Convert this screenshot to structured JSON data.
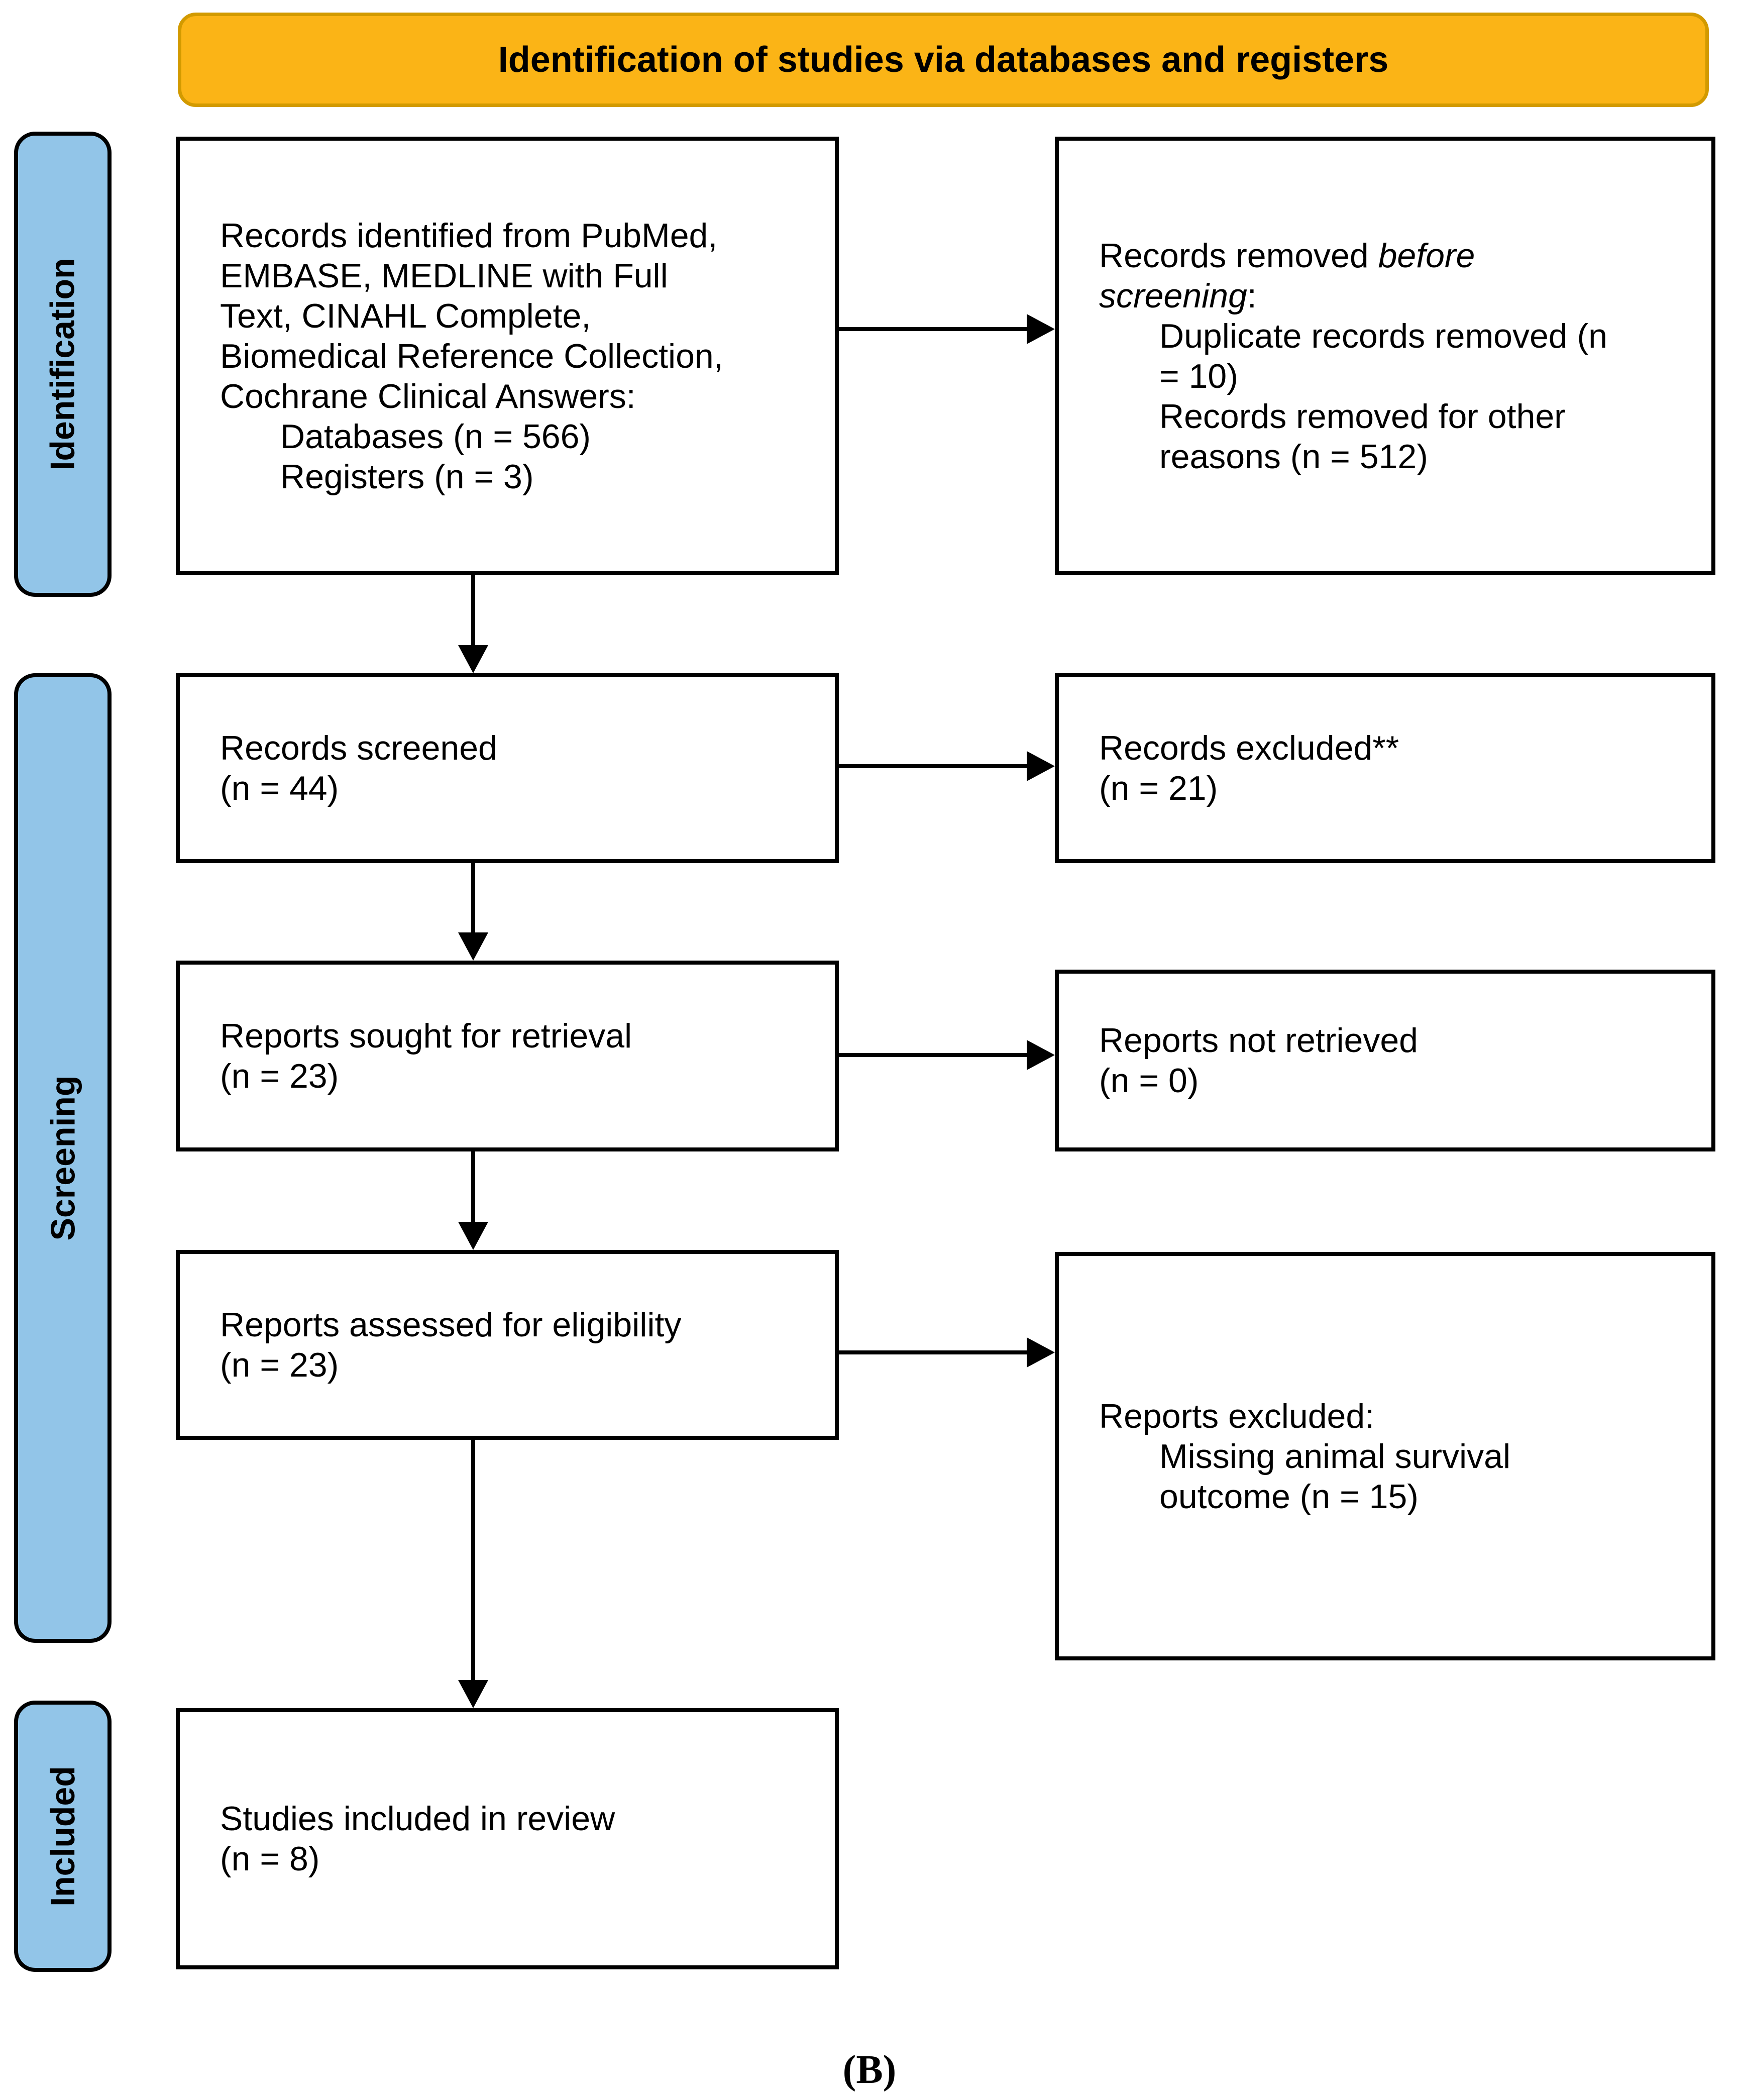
{
  "banner": {
    "title": "Identification of studies via databases and registers"
  },
  "sidebar": {
    "identification": "Identification",
    "screening": "Screening",
    "included": "Included"
  },
  "flow": {
    "identified": {
      "l1": "Records identified from PubMed,",
      "l2": "EMBASE, MEDLINE with Full",
      "l3": "Text, CINAHL Complete,",
      "l4": "Biomedical Reference Collection,",
      "l5": "Cochrane Clinical Answers:",
      "l6": "Databases (n = 566)",
      "l7": "Registers (n = 3)"
    },
    "removed_before": {
      "l1a": "Records removed ",
      "l1b": "before",
      "l2a": "screening",
      "l2b": ":",
      "l3": "Duplicate records removed (n",
      "l4": "= 10)",
      "l5": "Records removed for other",
      "l6": "reasons (n = 512)"
    },
    "screened": {
      "l1": "Records screened",
      "l2": "(n = 44)"
    },
    "excluded": {
      "l1": "Records excluded**",
      "l2": "(n = 21)"
    },
    "sought": {
      "l1": "Reports sought for retrieval",
      "l2": "(n = 23)"
    },
    "not_retrieved": {
      "l1": "Reports not retrieved",
      "l2": "(n = 0)"
    },
    "assessed": {
      "l1": "Reports assessed for eligibility",
      "l2": "(n = 23)"
    },
    "reports_excluded": {
      "l1": "Reports excluded:",
      "l2": "Missing animal survival",
      "l3": "outcome (n = 15)"
    },
    "studies_included": {
      "l1": "Studies included in review",
      "l2": "(n = 8)"
    }
  },
  "caption": "(B)",
  "colors": {
    "banner_fill": "#FBB416",
    "banner_border": "#D29A00",
    "sidebar_fill": "#92C5E8",
    "line": "#000000"
  }
}
